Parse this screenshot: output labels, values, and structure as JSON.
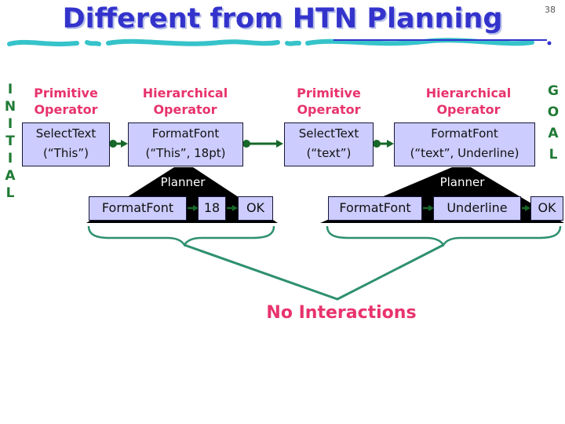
{
  "page_number": "38",
  "title": "Different from HTN Planning",
  "left_margin_label": "I N I T I A L",
  "right_margin_label": "G O A L",
  "groups": [
    {
      "side": "left",
      "operators": [
        {
          "type": "Primitive",
          "role": "Operator",
          "name": "SelectText",
          "args": "(“This”)"
        },
        {
          "type": "Hierarchical",
          "role": "Operator",
          "name": "FormatFont",
          "args": "(“This”, 18pt)"
        }
      ],
      "planner": "Planner",
      "plan_steps": [
        "FormatFont",
        "18",
        "OK"
      ]
    },
    {
      "side": "right",
      "operators": [
        {
          "type": "Primitive",
          "role": "Operator",
          "name": "SelectText",
          "args": "(“text”)"
        },
        {
          "type": "Hierarchical",
          "role": "Operator",
          "name": "FormatFont",
          "args": "(“text”, Underline)"
        }
      ],
      "planner": "Planner",
      "plan_steps": [
        "FormatFont",
        "Underline",
        "OK"
      ]
    }
  ],
  "annotation": "No Interactions",
  "colors": {
    "title_blue": "#3333cc",
    "underline_cyan": "#36c3ca",
    "label_pink": "#e8336d",
    "margin_green": "#1f7a34",
    "box_fill": "#ccccff",
    "box_border": "#16163a",
    "arrow_green": "#17682a",
    "brace_green": "#2e9070",
    "planner_fill": "#000000",
    "planner_text": "#ffffff"
  }
}
